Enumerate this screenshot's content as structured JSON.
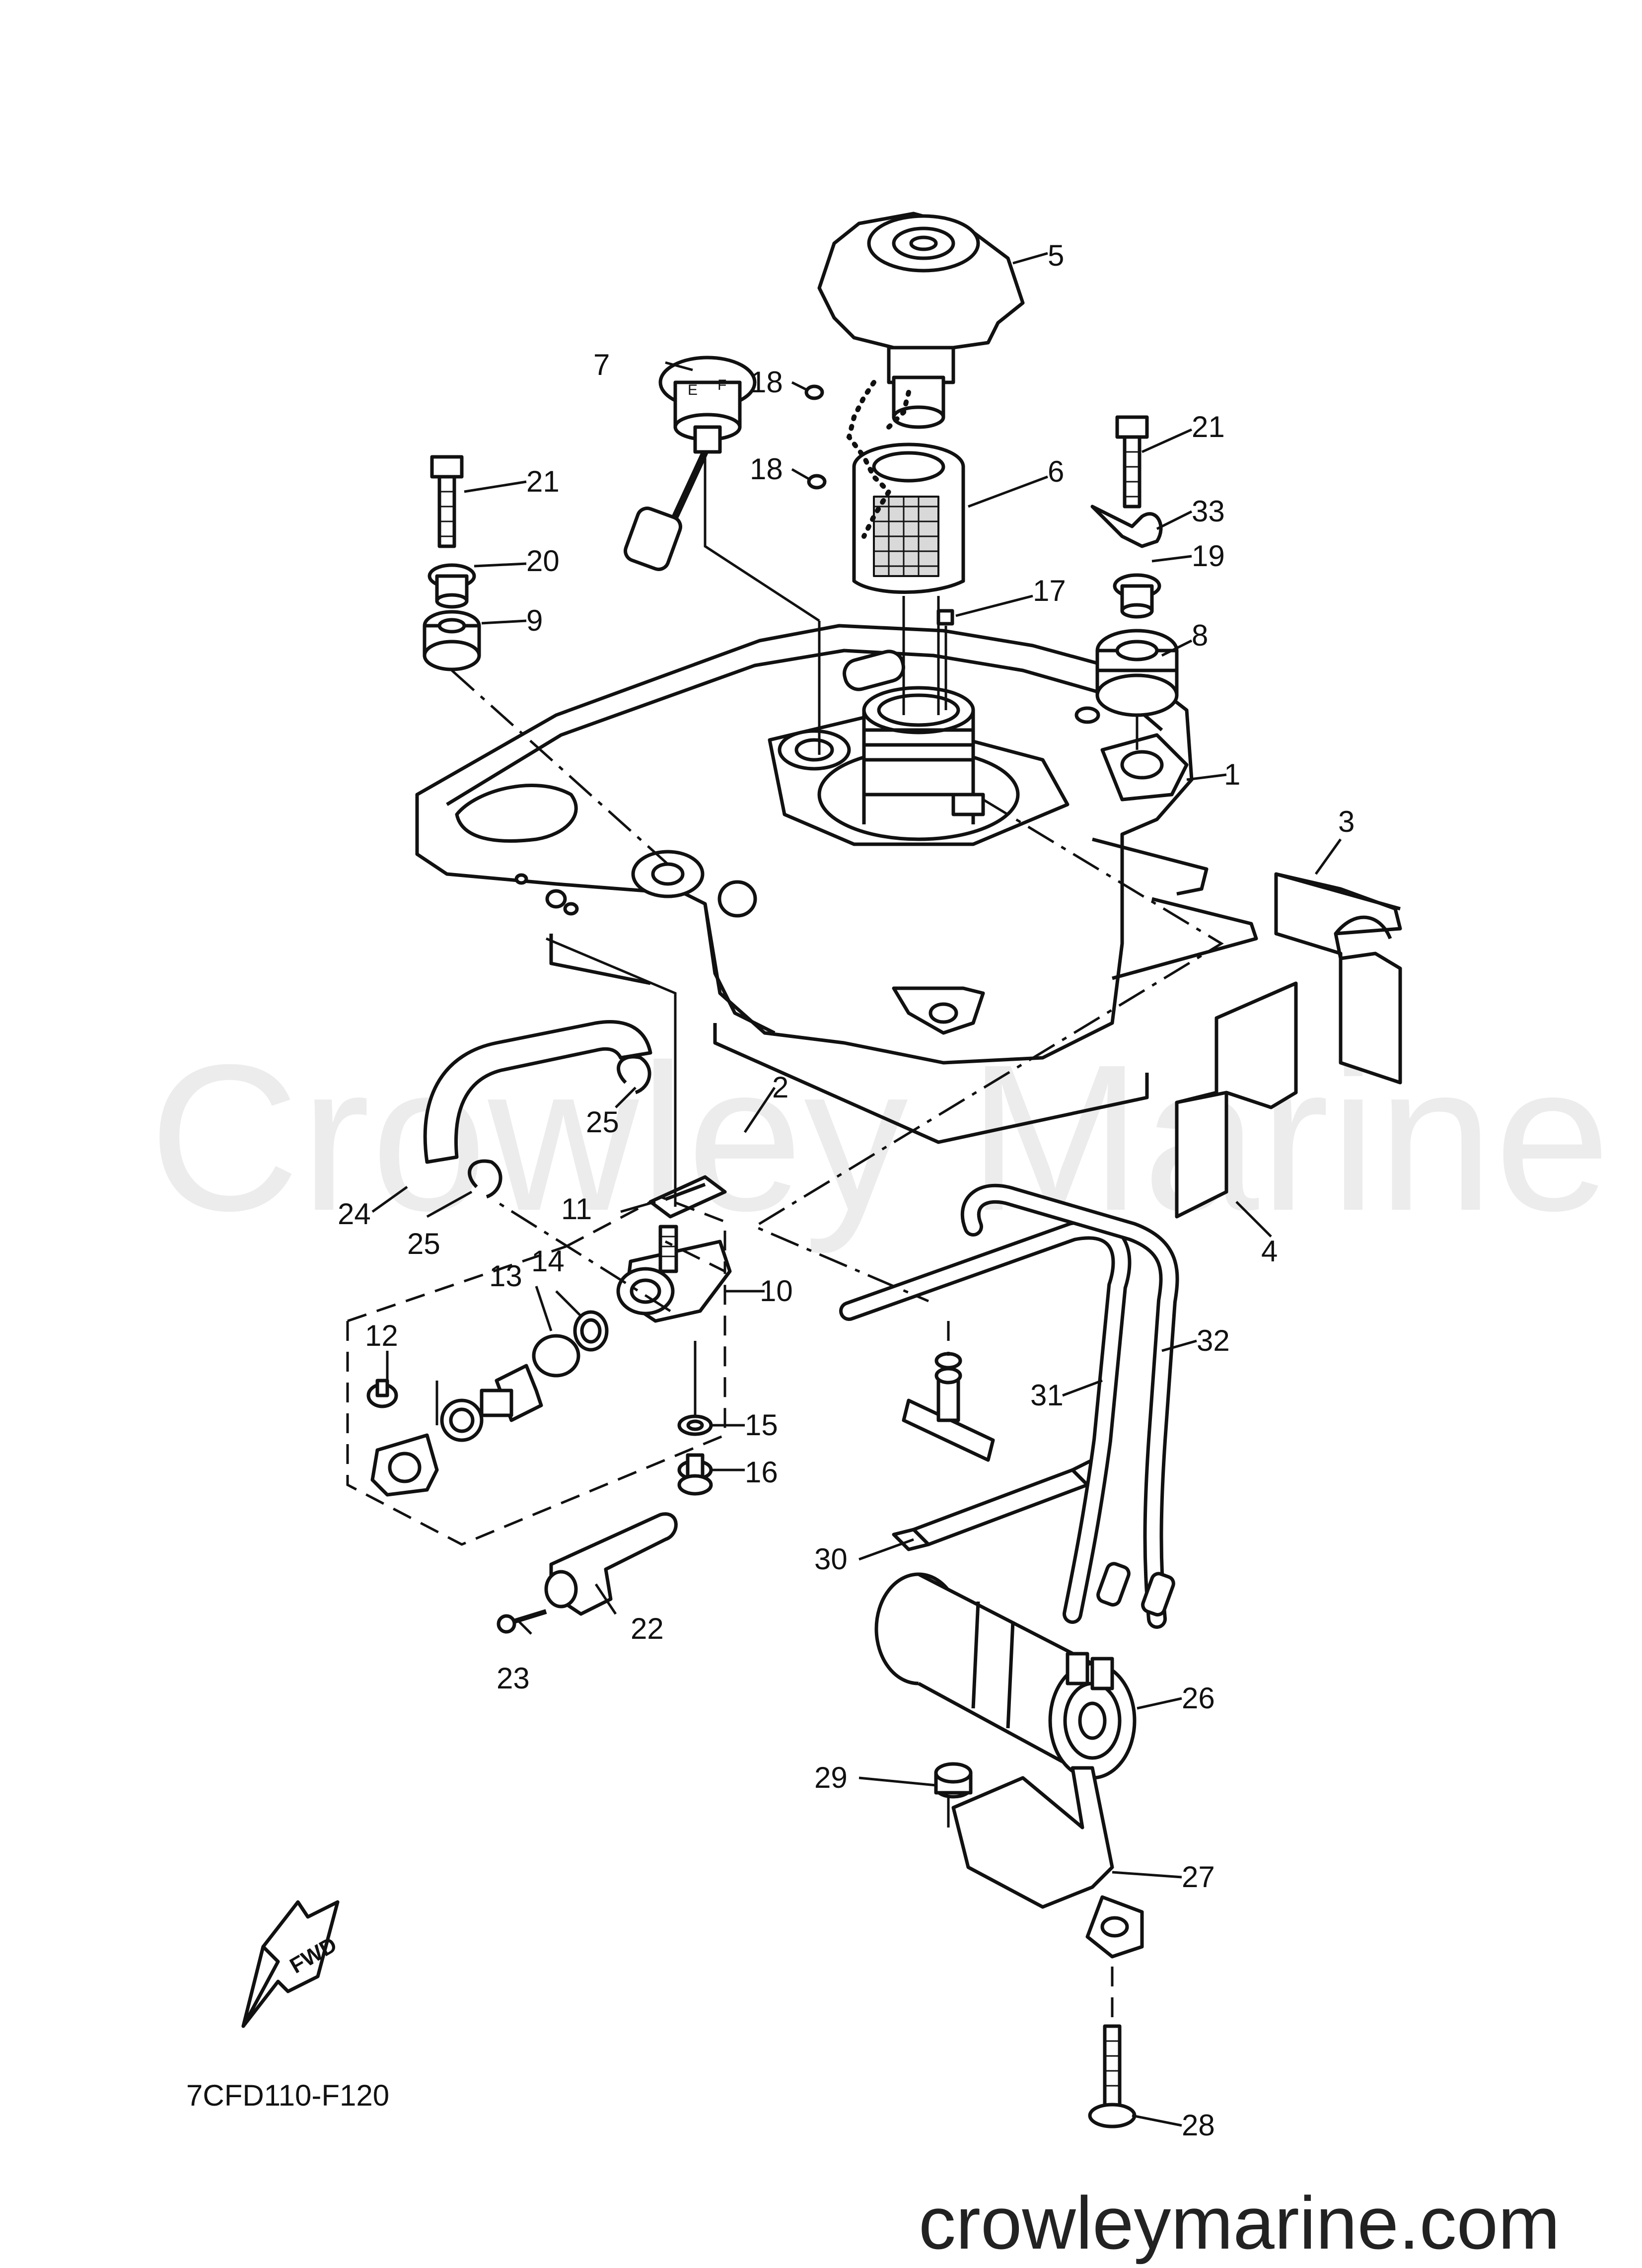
{
  "watermark": "Crowley Marine",
  "diagram_code": "7CFD110-F120",
  "site_url": "crowleymarine.com",
  "fwd_label": "FWD",
  "gauge_marks": [
    "E",
    "F"
  ],
  "callouts": [
    {
      "id": "1",
      "label": "1"
    },
    {
      "id": "2",
      "label": "2"
    },
    {
      "id": "3",
      "label": "3"
    },
    {
      "id": "4",
      "label": "4"
    },
    {
      "id": "5",
      "label": "5"
    },
    {
      "id": "6",
      "label": "6"
    },
    {
      "id": "7",
      "label": "7"
    },
    {
      "id": "8",
      "label": "8"
    },
    {
      "id": "9",
      "label": "9"
    },
    {
      "id": "10",
      "label": "10"
    },
    {
      "id": "11",
      "label": "11"
    },
    {
      "id": "12",
      "label": "12"
    },
    {
      "id": "13",
      "label": "13"
    },
    {
      "id": "14",
      "label": "14"
    },
    {
      "id": "15",
      "label": "15"
    },
    {
      "id": "16",
      "label": "16"
    },
    {
      "id": "17",
      "label": "17"
    },
    {
      "id": "18a",
      "label": "18"
    },
    {
      "id": "18b",
      "label": "18"
    },
    {
      "id": "19",
      "label": "19"
    },
    {
      "id": "20",
      "label": "20"
    },
    {
      "id": "21a",
      "label": "21"
    },
    {
      "id": "21b",
      "label": "21"
    },
    {
      "id": "22",
      "label": "22"
    },
    {
      "id": "23",
      "label": "23"
    },
    {
      "id": "24",
      "label": "24"
    },
    {
      "id": "25a",
      "label": "25"
    },
    {
      "id": "25b",
      "label": "25"
    },
    {
      "id": "26",
      "label": "26"
    },
    {
      "id": "27",
      "label": "27"
    },
    {
      "id": "28",
      "label": "28"
    },
    {
      "id": "29",
      "label": "29"
    },
    {
      "id": "30",
      "label": "30"
    },
    {
      "id": "31",
      "label": "31"
    },
    {
      "id": "32",
      "label": "32"
    },
    {
      "id": "33",
      "label": "33"
    }
  ]
}
